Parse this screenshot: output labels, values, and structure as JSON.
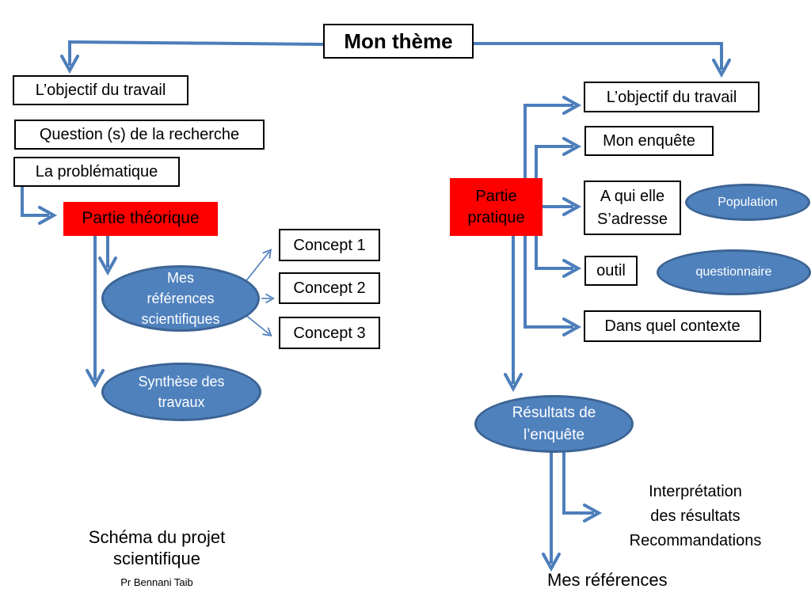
{
  "colors": {
    "arrow_blue": "#4d7ebb",
    "ellipse_fill": "#4f81bd",
    "ellipse_border": "#3c6494",
    "highlight_red": "#ff0000",
    "box_border": "#000000"
  },
  "title": "Mon thème",
  "left_branch": {
    "objectif": "L’objectif du travail",
    "question": "Question (s) de la recherche",
    "problematique": "La problématique",
    "partie_theorique": "Partie théorique",
    "references_ellipse": {
      "line1": "Mes",
      "line2": "références",
      "line3": "scientifiques"
    },
    "concepts": [
      "Concept 1",
      "Concept 2",
      "Concept 3"
    ],
    "synthese_ellipse": {
      "line1": "Synthèse des",
      "line2": "travaux"
    }
  },
  "right_branch": {
    "objectif": "L’objectif du travail",
    "enquete": "Mon enquête",
    "partie_pratique": {
      "line1": "Partie",
      "line2": "pratique"
    },
    "a_qui": {
      "line1": "A qui elle",
      "line2": "S’adresse"
    },
    "outil": "outil",
    "population": "Population",
    "questionnaire": "questionnaire",
    "contexte": "Dans quel contexte",
    "resultats_ellipse": {
      "line1": "Résultats de",
      "line2": "l’enquête"
    },
    "interpretation": {
      "line1": "Interprétation",
      "line2": "des résultats",
      "line3": "Recommandations"
    },
    "references": "Mes références"
  },
  "caption": {
    "line1": "Schéma du projet",
    "line2": "scientifique",
    "author": "Pr Bennani Taib"
  }
}
